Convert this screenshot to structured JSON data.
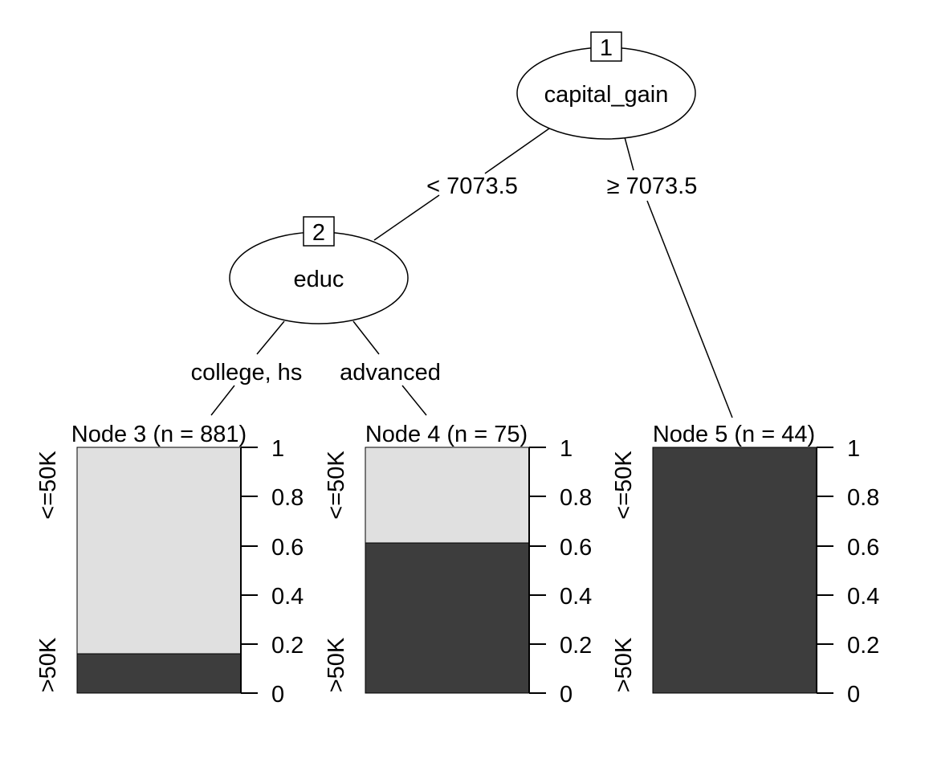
{
  "colors": {
    "background": "#ffffff",
    "line": "#000000",
    "class_le50k_fill": "#e0e0e0",
    "class_gt50k_fill": "#3d3d3d"
  },
  "tree": {
    "inner_nodes": [
      {
        "id": "1",
        "label": "capital_gain"
      },
      {
        "id": "2",
        "label": "educ"
      }
    ],
    "edges": [
      {
        "from": "1",
        "to": "2",
        "label": "< 7073.5"
      },
      {
        "from": "1",
        "to": "5",
        "label": "≥ 7073.5"
      },
      {
        "from": "2",
        "to": "3",
        "label": "college, hs"
      },
      {
        "from": "2",
        "to": "4",
        "label": "advanced"
      }
    ],
    "terminal_nodes": [
      {
        "id": "3",
        "title": "Node 3 (n = 881)",
        "n": 881,
        "prop_gt50k": 0.16,
        "prop_le50k": 0.84
      },
      {
        "id": "4",
        "title": "Node 4 (n = 75)",
        "n": 75,
        "prop_gt50k": 0.61,
        "prop_le50k": 0.39
      },
      {
        "id": "5",
        "title": "Node 5 (n = 44)",
        "n": 44,
        "prop_gt50k": 1.0,
        "prop_le50k": 0.0
      }
    ],
    "class_labels": {
      "top": "<=50K",
      "bottom": ">50K"
    },
    "axis_ticks": [
      "0",
      "0.2",
      "0.4",
      "0.6",
      "0.8",
      "1"
    ]
  },
  "chart_data": {
    "type": "bar",
    "title": "",
    "categories": [
      "Node 3 (n = 881)",
      "Node 4 (n = 75)",
      "Node 5 (n = 44)"
    ],
    "series": [
      {
        "name": ">50K",
        "values": [
          0.16,
          0.61,
          1.0
        ]
      },
      {
        "name": "<=50K",
        "values": [
          0.84,
          0.39,
          0.0
        ]
      }
    ],
    "xlabel": "",
    "ylabel": "",
    "ylim": [
      0,
      1
    ],
    "yticks": [
      0,
      0.2,
      0.4,
      0.6,
      0.8,
      1
    ],
    "grid": false,
    "stacked": true,
    "split_variables": [
      "capital_gain",
      "educ"
    ],
    "split_rules": [
      "< 7073.5",
      "≥ 7073.5",
      "college, hs",
      "advanced"
    ]
  }
}
